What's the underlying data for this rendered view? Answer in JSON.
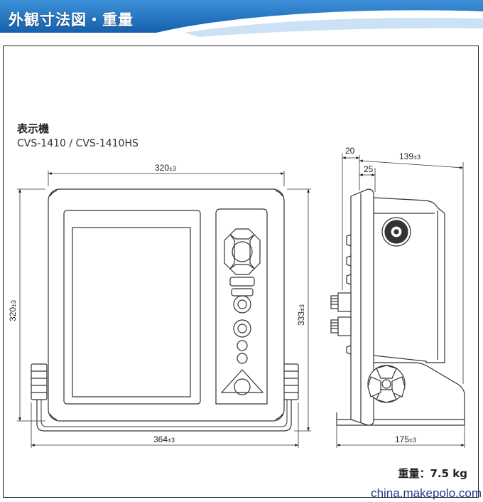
{
  "header": {
    "title": "外観寸法図・重量"
  },
  "section": {
    "title": "表示機",
    "model": "CVS-1410 / CVS-1410HS"
  },
  "dimensions": {
    "front_top": {
      "value": "320",
      "tol": "±3"
    },
    "front_left": {
      "value": "320",
      "tol": "±3"
    },
    "front_right": {
      "value": "333",
      "tol": "±3"
    },
    "front_bottom": {
      "value": "364",
      "tol": "±3"
    },
    "side_20": {
      "value": "20",
      "tol": ""
    },
    "side_25": {
      "value": "25",
      "tol": ""
    },
    "side_top": {
      "value": "139",
      "tol": "±3"
    },
    "side_bottom": {
      "value": "175",
      "tol": "±3"
    }
  },
  "weight": {
    "text": "重量：7.5 kg"
  },
  "watermark": {
    "text": "china.makepolo.com"
  },
  "colors": {
    "header_blue": "#1f6db8",
    "line": "#333333"
  }
}
